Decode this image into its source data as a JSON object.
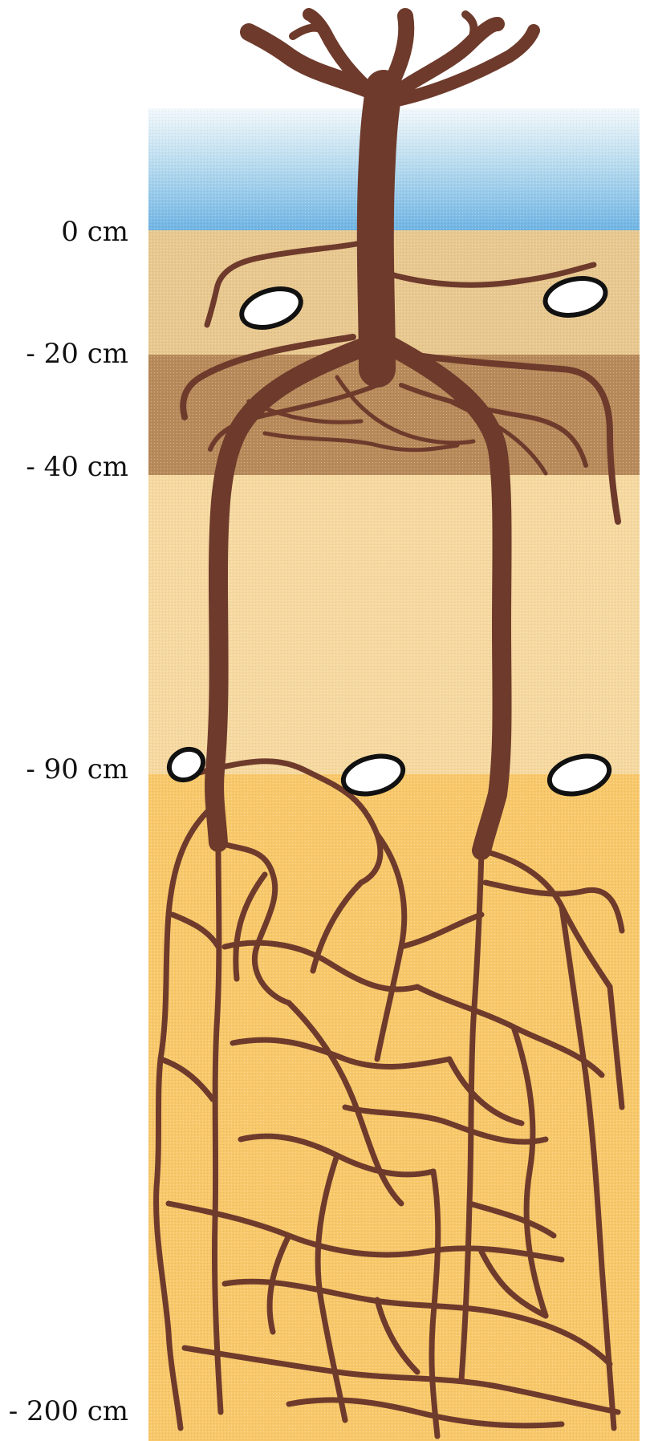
{
  "depth_labels": {
    "d0": "0 cm",
    "d20": "- 20 cm",
    "d40": "- 40 cm",
    "d90": "- 90 cm",
    "d200": "- 200 cm"
  },
  "colors": {
    "sky_top": "#e8f3f8",
    "sky_bottom": "#6fb4e4",
    "topsoil": "#e8c88f",
    "compact_layer": "#b88a5a",
    "middle_layer": "#f6d9a0",
    "subsoil": "#f8c86a",
    "root": "#6e3a2c",
    "root_dark": "#4e2418",
    "stone": "#ffffff"
  }
}
